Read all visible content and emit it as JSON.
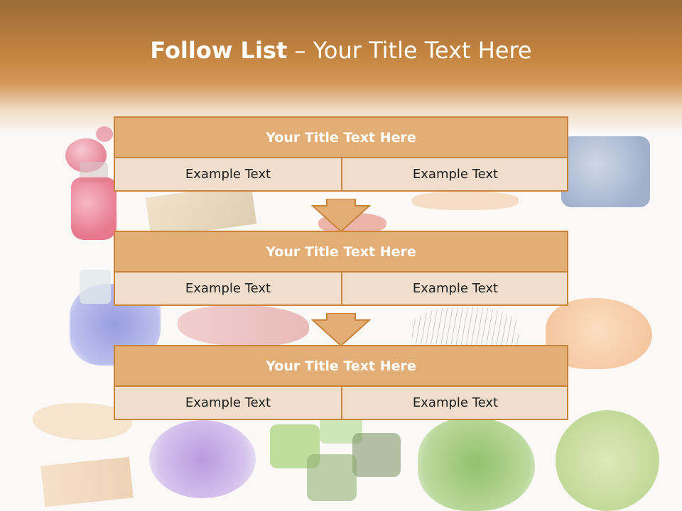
{
  "slide": {
    "title_bold": "Follow List",
    "title_rest": " – Your Title Text Here"
  },
  "steps": [
    {
      "title": "Your Title Text Here",
      "left": "Example Text",
      "right": "Example Text"
    },
    {
      "title": "Your Title Text Here",
      "left": "Example Text",
      "right": "Example Text"
    },
    {
      "title": "Your Title Text Here",
      "left": "Example Text",
      "right": "Example Text"
    }
  ],
  "colors": {
    "header_band": "#c4843f",
    "box_header": "#e2ae76",
    "box_body": "#f0ddcc",
    "box_border": "#c9843a",
    "arrow_fill": "#e2ae76"
  }
}
